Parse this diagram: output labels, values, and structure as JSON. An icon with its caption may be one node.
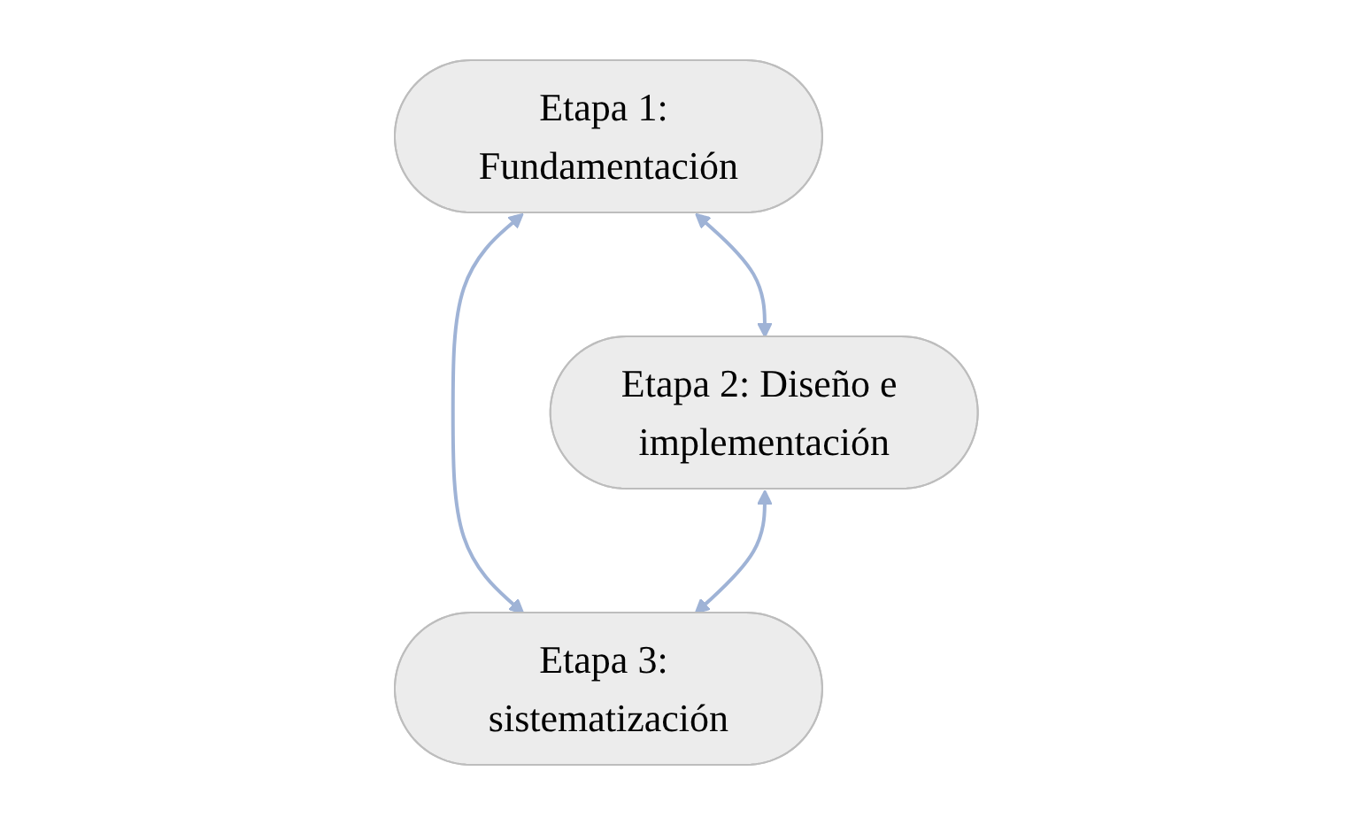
{
  "diagram": {
    "nodes": [
      {
        "text": [
          "Etapa 1: Fundamentación"
        ]
      },
      {
        "text": [
          "Etapa 2: Diseño e implementación"
        ]
      },
      {
        "text": [
          "Etapa 3: sistematización"
        ]
      }
    ],
    "edges": [
      {
        "from": 0,
        "to": 1,
        "arrow": "both"
      },
      {
        "from": 0,
        "to": 2,
        "arrow": "both"
      },
      {
        "from": 1,
        "to": 2,
        "arrow": "both"
      }
    ]
  }
}
